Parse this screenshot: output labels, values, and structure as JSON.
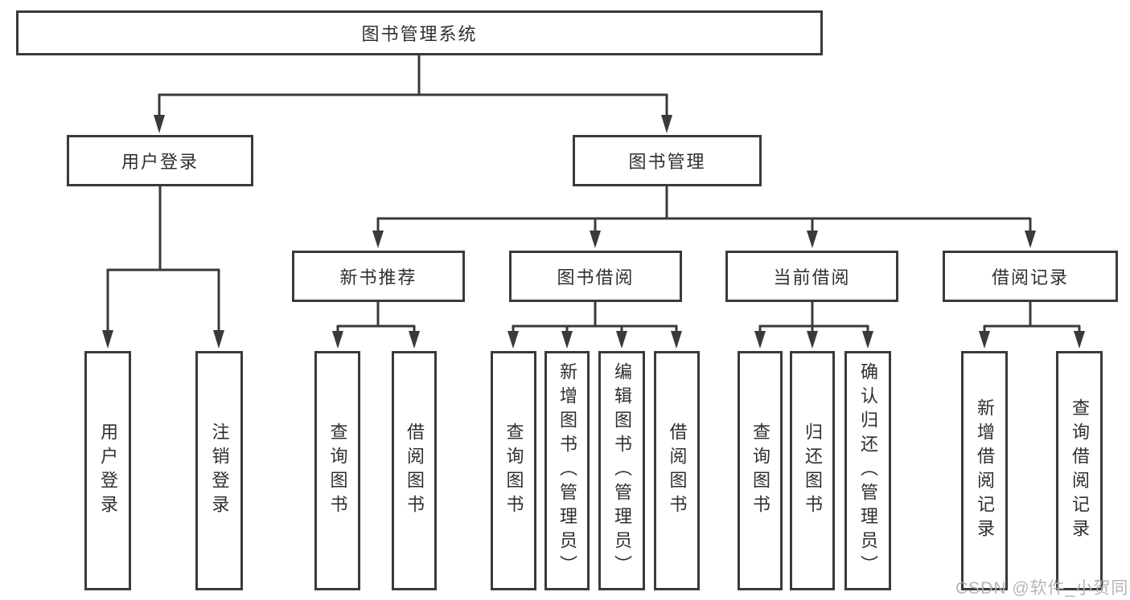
{
  "diagram": {
    "root": {
      "label": "图书管理系统"
    },
    "branches": [
      {
        "label": "用户登录",
        "children": [
          "用户登录",
          "注销登录"
        ]
      },
      {
        "label": "图书管理",
        "children": [
          {
            "label": "新书推荐",
            "children": [
              "查询图书",
              "借阅图书"
            ]
          },
          {
            "label": "图书借阅",
            "children": [
              "查询图书",
              "新增图书（管理员）",
              "编辑图书（管理员）",
              "借阅图书"
            ]
          },
          {
            "label": "当前借阅",
            "children": [
              "查询图书",
              "归还图书",
              "确认归还（管理员）"
            ]
          },
          {
            "label": "借阅记录",
            "children": [
              "新增借阅记录",
              "查询借阅记录"
            ]
          }
        ]
      }
    ]
  },
  "watermark": {
    "text": "CSDN @软件_小贺同学"
  },
  "colors": {
    "line": "#3a3a3a",
    "box_border": "#3a3a3a",
    "text": "#2f2f2f",
    "watermark": "#b2b2b2",
    "background": "#ffffff"
  }
}
